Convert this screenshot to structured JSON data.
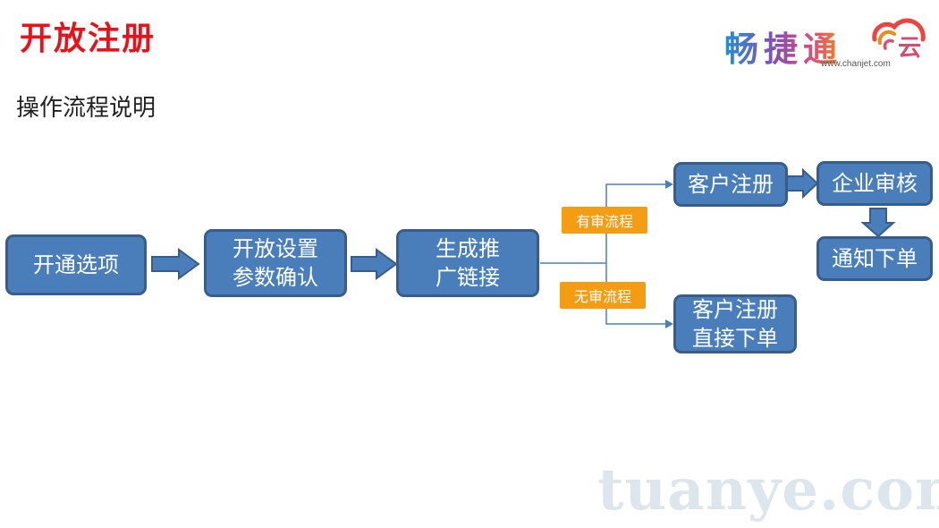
{
  "header": {
    "title": "开放注册",
    "subtitle": "操作流程说明"
  },
  "logo": {
    "text": "畅捷通",
    "url": "www.chanjet.com",
    "icon": "cloud-logo-icon"
  },
  "flow": {
    "step1": "开通选项",
    "step2_line1": "开放设置",
    "step2_line2": "参数确认",
    "step3_line1": "生成推",
    "step3_line2": "广链接",
    "branch_review_label": "有审流程",
    "branch_noreview_label": "无审流程",
    "review_register": "客户注册",
    "review_audit": "企业审核",
    "review_notify": "通知下单",
    "noreview_line1": "客户注册",
    "noreview_line2": "直接下单"
  },
  "colors": {
    "box_fill": "#4a7ebb",
    "box_border": "#385d8a",
    "tag_fill": "#f59d12",
    "title_red": "#e8121a"
  },
  "watermark": "tuanye.com"
}
